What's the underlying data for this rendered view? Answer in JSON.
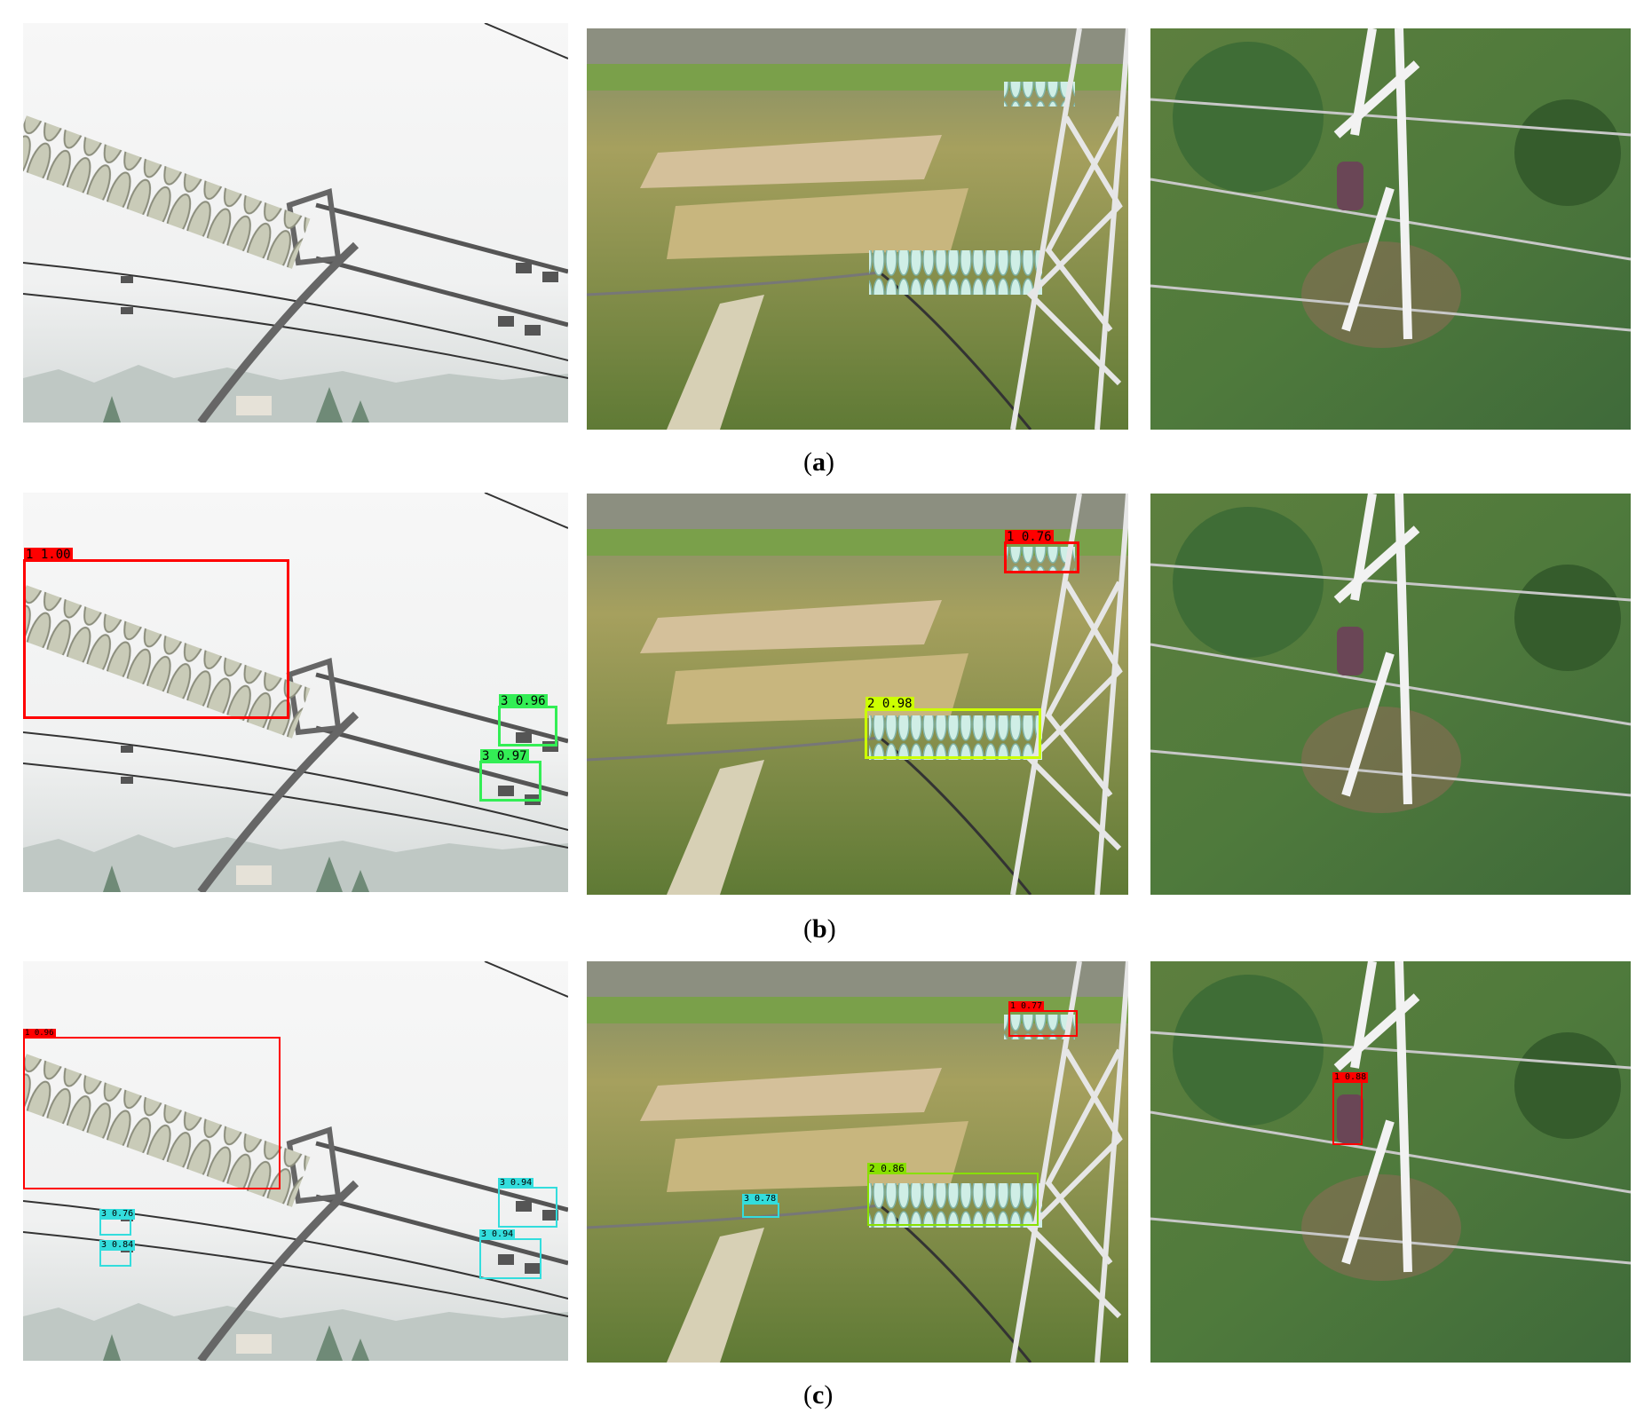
{
  "rows": [
    {
      "caption": {
        "open": "(",
        "letter": "a",
        "close": ")"
      }
    },
    {
      "caption": {
        "open": "(",
        "letter": "b",
        "close": ")"
      }
    },
    {
      "caption": {
        "open": "(",
        "letter": "c",
        "close": ")"
      }
    }
  ],
  "detections": {
    "b_left_1": "1  1.00",
    "b_left_2": "3  0.96",
    "b_left_3": "3  0.97",
    "b_mid_1": "1  0.76",
    "b_mid_2": "2  0.98",
    "c_left_1": "1  0.96",
    "c_left_2": "3  0.94",
    "c_left_3": "3  0.94",
    "c_left_4": "3  0.76",
    "c_left_5": "3  0.84",
    "c_mid_1": "1  0.77",
    "c_mid_2": "2  0.86",
    "c_mid_3": "3  0.78",
    "c_right_1": "1  0.88"
  },
  "colors": {
    "class_1": "#ff0000",
    "class_2_b": "#ccff00",
    "class_2_c": "#88e000",
    "class_3_b": "#33ee55",
    "class_3_c": "#33dddd"
  }
}
